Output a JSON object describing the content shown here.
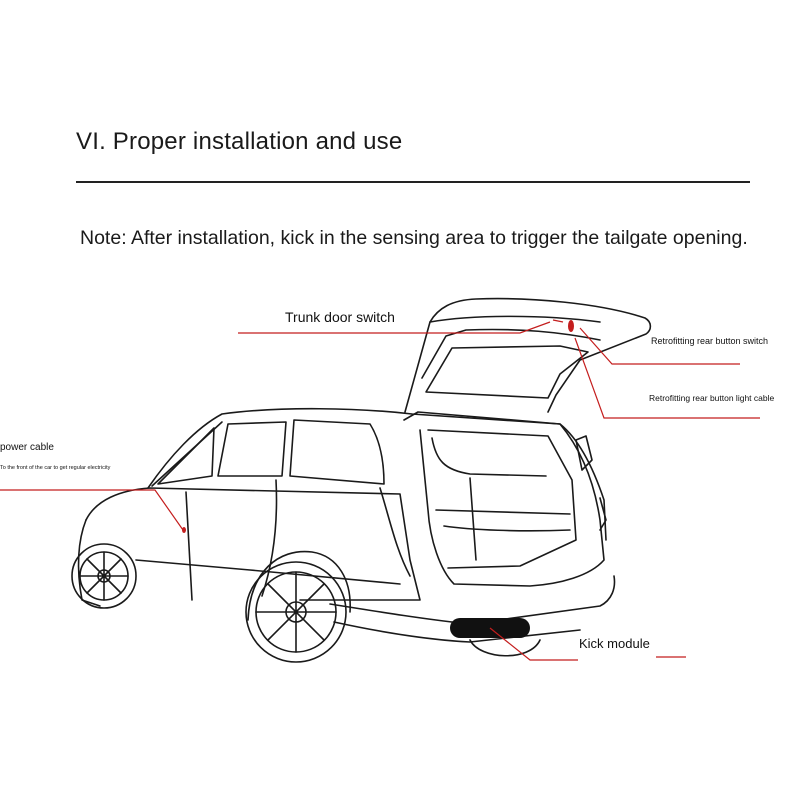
{
  "heading": {
    "title": "VI. Proper installation and use",
    "note": "Note: After installation, kick in the sensing area to trigger the tailgate opening."
  },
  "callouts": {
    "trunk_door_switch": "Trunk door switch",
    "rear_button_switch": "Retrofitting rear button switch",
    "rear_button_light_cable": "Retrofitting rear button light cable",
    "power_cable": "power cable",
    "power_cable_note": "To the front of the car to get regular electricity",
    "kick_module": "Kick module"
  },
  "colors": {
    "leader_line": "#c41e1e",
    "outline": "#1a1a1a",
    "kick_module": "#111111"
  }
}
